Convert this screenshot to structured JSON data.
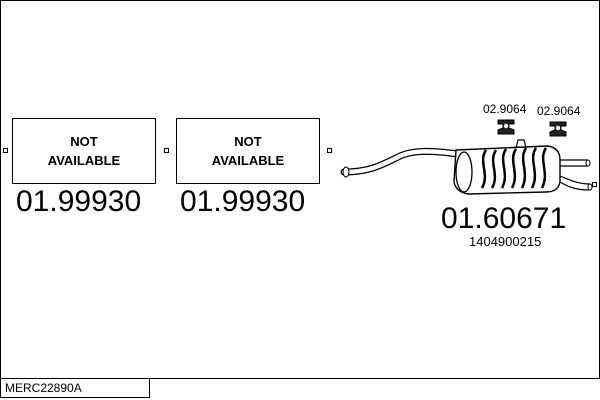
{
  "diagram": {
    "parts": [
      {
        "status_line1": "NOT",
        "status_line2": "AVAILABLE",
        "part_number": "01.99930"
      },
      {
        "status_line1": "NOT",
        "status_line2": "AVAILABLE",
        "part_number": "01.99930"
      }
    ],
    "rear_silencer": {
      "part_number": "01.60671",
      "oem_number": "1404900215"
    },
    "clamps": [
      {
        "part_number": "02.9064",
        "icon": "clamp-icon"
      },
      {
        "part_number": "02.9064",
        "icon": "clamp-icon"
      }
    ],
    "reference_code": "MERC22890A"
  }
}
